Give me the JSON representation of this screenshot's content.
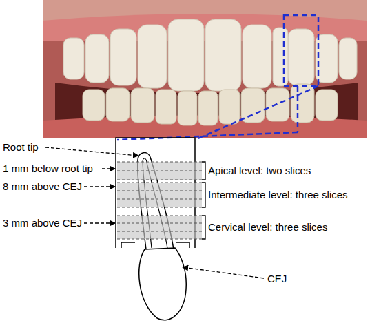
{
  "diagram": {
    "labels": [
      "Root tip",
      "1 mm below root tip",
      "8 mm above CEJ",
      "3 mm above CEJ",
      "Apical level: two slices",
      "Intermediate level: three slices",
      "Cervical level: three slices",
      "CEJ"
    ]
  }
}
